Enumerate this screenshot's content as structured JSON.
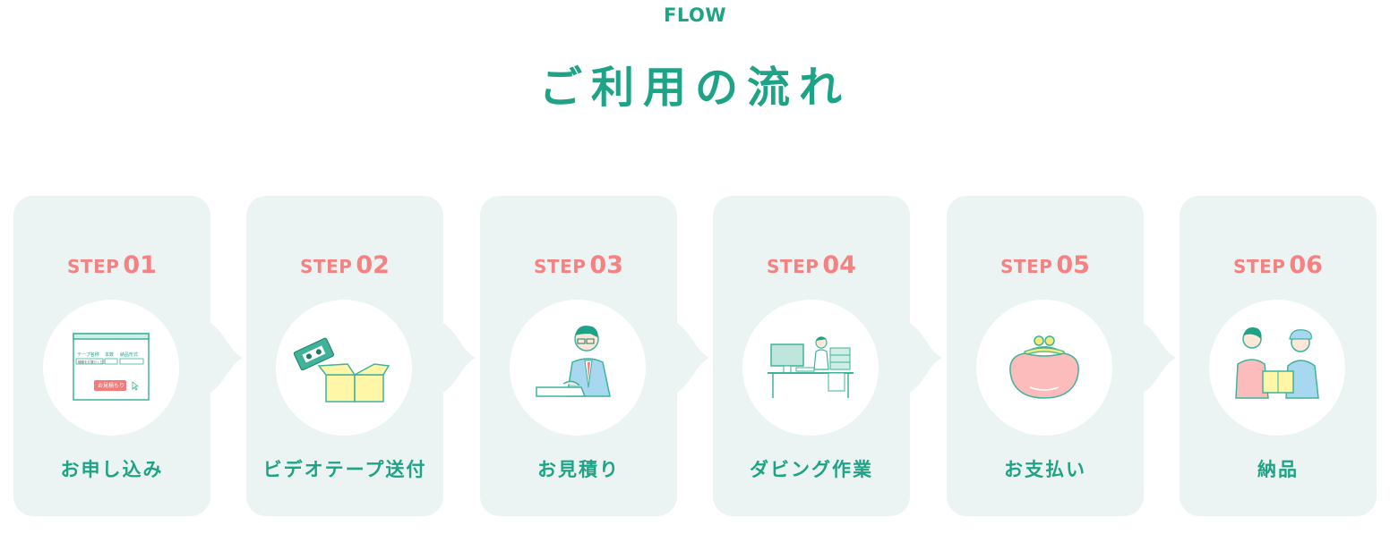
{
  "header": {
    "eyebrow": "FLOW",
    "title": "ご利用の流れ"
  },
  "steps": [
    {
      "word": "STEP",
      "num": "01",
      "name": "お申し込み",
      "icon": "order-form-icon",
      "form": {
        "field1": "テープ名称",
        "field2": "本数",
        "field3": "納品形式",
        "select1": "種類をお選びください",
        "select2": "",
        "select3": "",
        "button": "お見積もり"
      }
    },
    {
      "word": "STEP",
      "num": "02",
      "name": "ビデオテープ送付",
      "icon": "videotape-box-icon"
    },
    {
      "word": "STEP",
      "num": "03",
      "name": "お見積り",
      "icon": "estimator-icon"
    },
    {
      "word": "STEP",
      "num": "04",
      "name": "ダビング作業",
      "icon": "dubbing-desk-icon"
    },
    {
      "word": "STEP",
      "num": "05",
      "name": "お支払い",
      "icon": "coin-purse-icon"
    },
    {
      "word": "STEP",
      "num": "06",
      "name": "納品",
      "icon": "delivery-icon"
    }
  ],
  "colors": {
    "accent": "#1fa386",
    "step": "#f48283",
    "card": "#ebf4f2"
  }
}
